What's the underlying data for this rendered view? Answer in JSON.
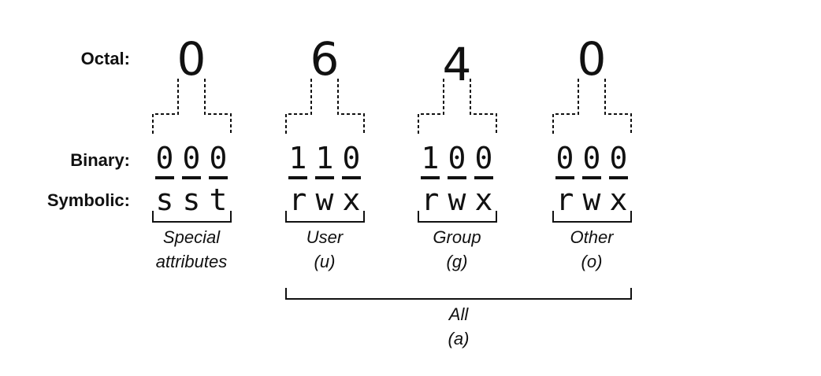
{
  "labels": {
    "octal": "Octal:",
    "binary": "Binary:",
    "symbolic": "Symbolic:"
  },
  "groups": [
    {
      "octal": "0",
      "binary": [
        "0",
        "0",
        "0"
      ],
      "symbolic": [
        "s",
        "s",
        "t"
      ],
      "caption": [
        "Special",
        "attributes"
      ]
    },
    {
      "octal": "6",
      "binary": [
        "1",
        "1",
        "0"
      ],
      "symbolic": [
        "r",
        "w",
        "x"
      ],
      "caption": [
        "User",
        "(u)"
      ]
    },
    {
      "octal": "4",
      "binary": [
        "1",
        "0",
        "0"
      ],
      "symbolic": [
        "r",
        "w",
        "x"
      ],
      "caption": [
        "Group",
        "(g)"
      ]
    },
    {
      "octal": "0",
      "binary": [
        "0",
        "0",
        "0"
      ],
      "symbolic": [
        "r",
        "w",
        "x"
      ],
      "caption": [
        "Other",
        "(o)"
      ]
    }
  ],
  "all": {
    "caption": [
      "All",
      "(a)"
    ]
  }
}
